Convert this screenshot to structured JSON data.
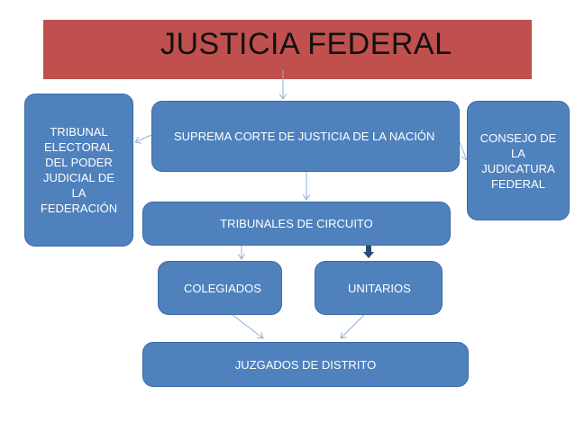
{
  "title": "JUSTICIA FEDERAL",
  "boxes": {
    "suprema": "SUPREMA CORTE DE JUSTICIA DE LA NACIÓN",
    "tribunal_lines": [
      "TRIBUNAL",
      "ELECTORAL",
      "DEL PODER",
      "JUDICIAL DE",
      "LA",
      "FEDERACIÓN"
    ],
    "consejo_lines": [
      "CONSEJO DE",
      "LA",
      "JUDICATURA",
      "FEDERAL"
    ],
    "circuito": "TRIBUNALES DE CIRCUITO",
    "colegiados": "COLEGIADOS",
    "unitarios": "UNITARIOS",
    "juzgados": "JUZGADOS DE DISTRITO"
  },
  "colors": {
    "title_bar": "#c0504d",
    "box_fill": "#4f81bd",
    "connector": "#8fb0d8",
    "small_arrow": "#2b4a78"
  }
}
